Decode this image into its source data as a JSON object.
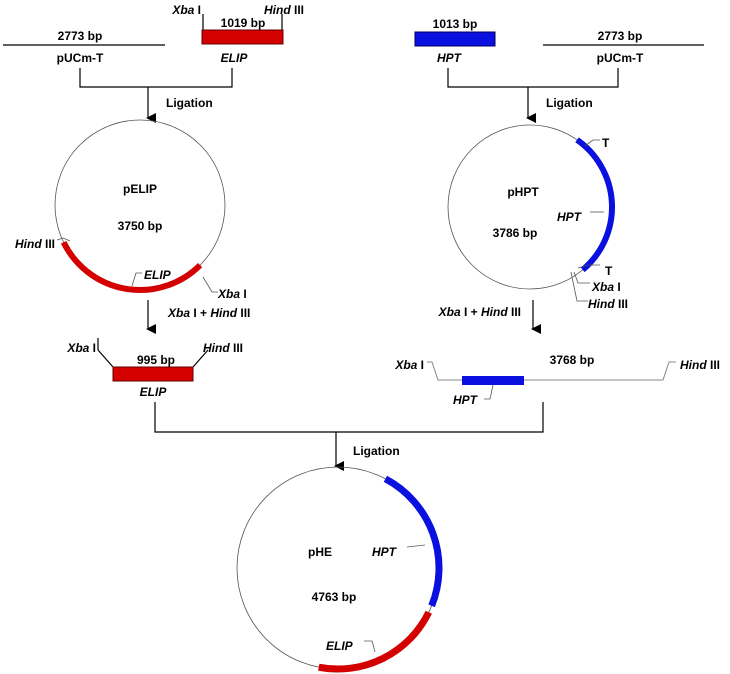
{
  "colors": {
    "elip": "#d40000",
    "hpt": "#0a10e0",
    "line": "#000000",
    "thin": "#666666"
  },
  "top_left": {
    "vector_size": "2773 bp",
    "vector_name": "pUCm-T",
    "insert_size": "1019 bp",
    "insert_name": "ELIP",
    "site_left_italic": "Xba",
    "site_left_roman": " I",
    "site_right_italic": "Hind",
    "site_right_roman": " III",
    "step": "Ligation"
  },
  "top_right": {
    "insert_size": "1013 bp",
    "insert_name": "HPT",
    "vector_size": "2773 bp",
    "vector_name": "pUCm-T",
    "step": "Ligation"
  },
  "pELIP": {
    "name": "pELIP",
    "size": "3750 bp",
    "gene": "ELIP",
    "site_hind_italic": "Hind",
    "site_hind_roman": " III",
    "site_xba_italic": "Xba",
    "site_xba_roman": " I",
    "digest_a_italic": "Xba",
    "digest_a_roman": " I + ",
    "digest_b_italic": "Hind",
    "digest_b_roman": " III"
  },
  "pHPT": {
    "name": "pHPT",
    "size": "3786 bp",
    "gene": "HPT",
    "t_top": "T",
    "t_bottom": "T",
    "site_xba_italic": "Xba",
    "site_xba_roman": " I",
    "site_hind_italic": "Hind",
    "site_hind_roman": " III",
    "digest_a_italic": "Xba",
    "digest_a_roman": " I + ",
    "digest_b_italic": "Hind",
    "digest_b_roman": " III"
  },
  "frag_left": {
    "size": "995 bp",
    "name": "ELIP",
    "site_left_italic": "Xba",
    "site_left_roman": " I",
    "site_right_italic": "Hind",
    "site_right_roman": " III"
  },
  "frag_right": {
    "size": "3768 bp",
    "name": "HPT",
    "site_left_italic": "Xba",
    "site_left_roman": " I",
    "site_right_italic": "Hind",
    "site_right_roman": " III"
  },
  "final": {
    "step": "Ligation",
    "name": "pHE",
    "size": "4763 bp",
    "gene_hpt": "HPT",
    "gene_elip": "ELIP"
  }
}
